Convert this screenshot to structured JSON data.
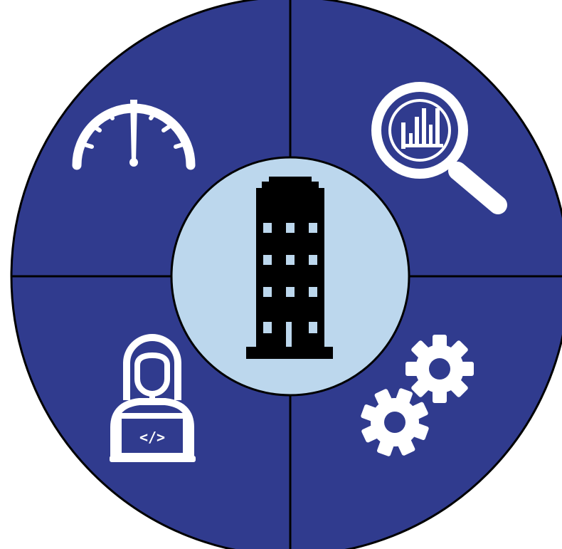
{
  "colors": {
    "outer_ring": "#303b8e",
    "center_circle": "#bcd7ed",
    "outline": "#000000",
    "icon_light": "#ffffff",
    "building": "#000000",
    "background": "#ffffff"
  },
  "quadrants": [
    {
      "id": "top-left",
      "icon": "speedometer-icon"
    },
    {
      "id": "top-right",
      "icon": "magnifier-chart-icon"
    },
    {
      "id": "bottom-right",
      "icon": "gears-icon"
    },
    {
      "id": "bottom-left",
      "icon": "developer-laptop-icon"
    }
  ],
  "center": {
    "icon": "office-building-icon"
  },
  "laptop_code_text": "</>"
}
